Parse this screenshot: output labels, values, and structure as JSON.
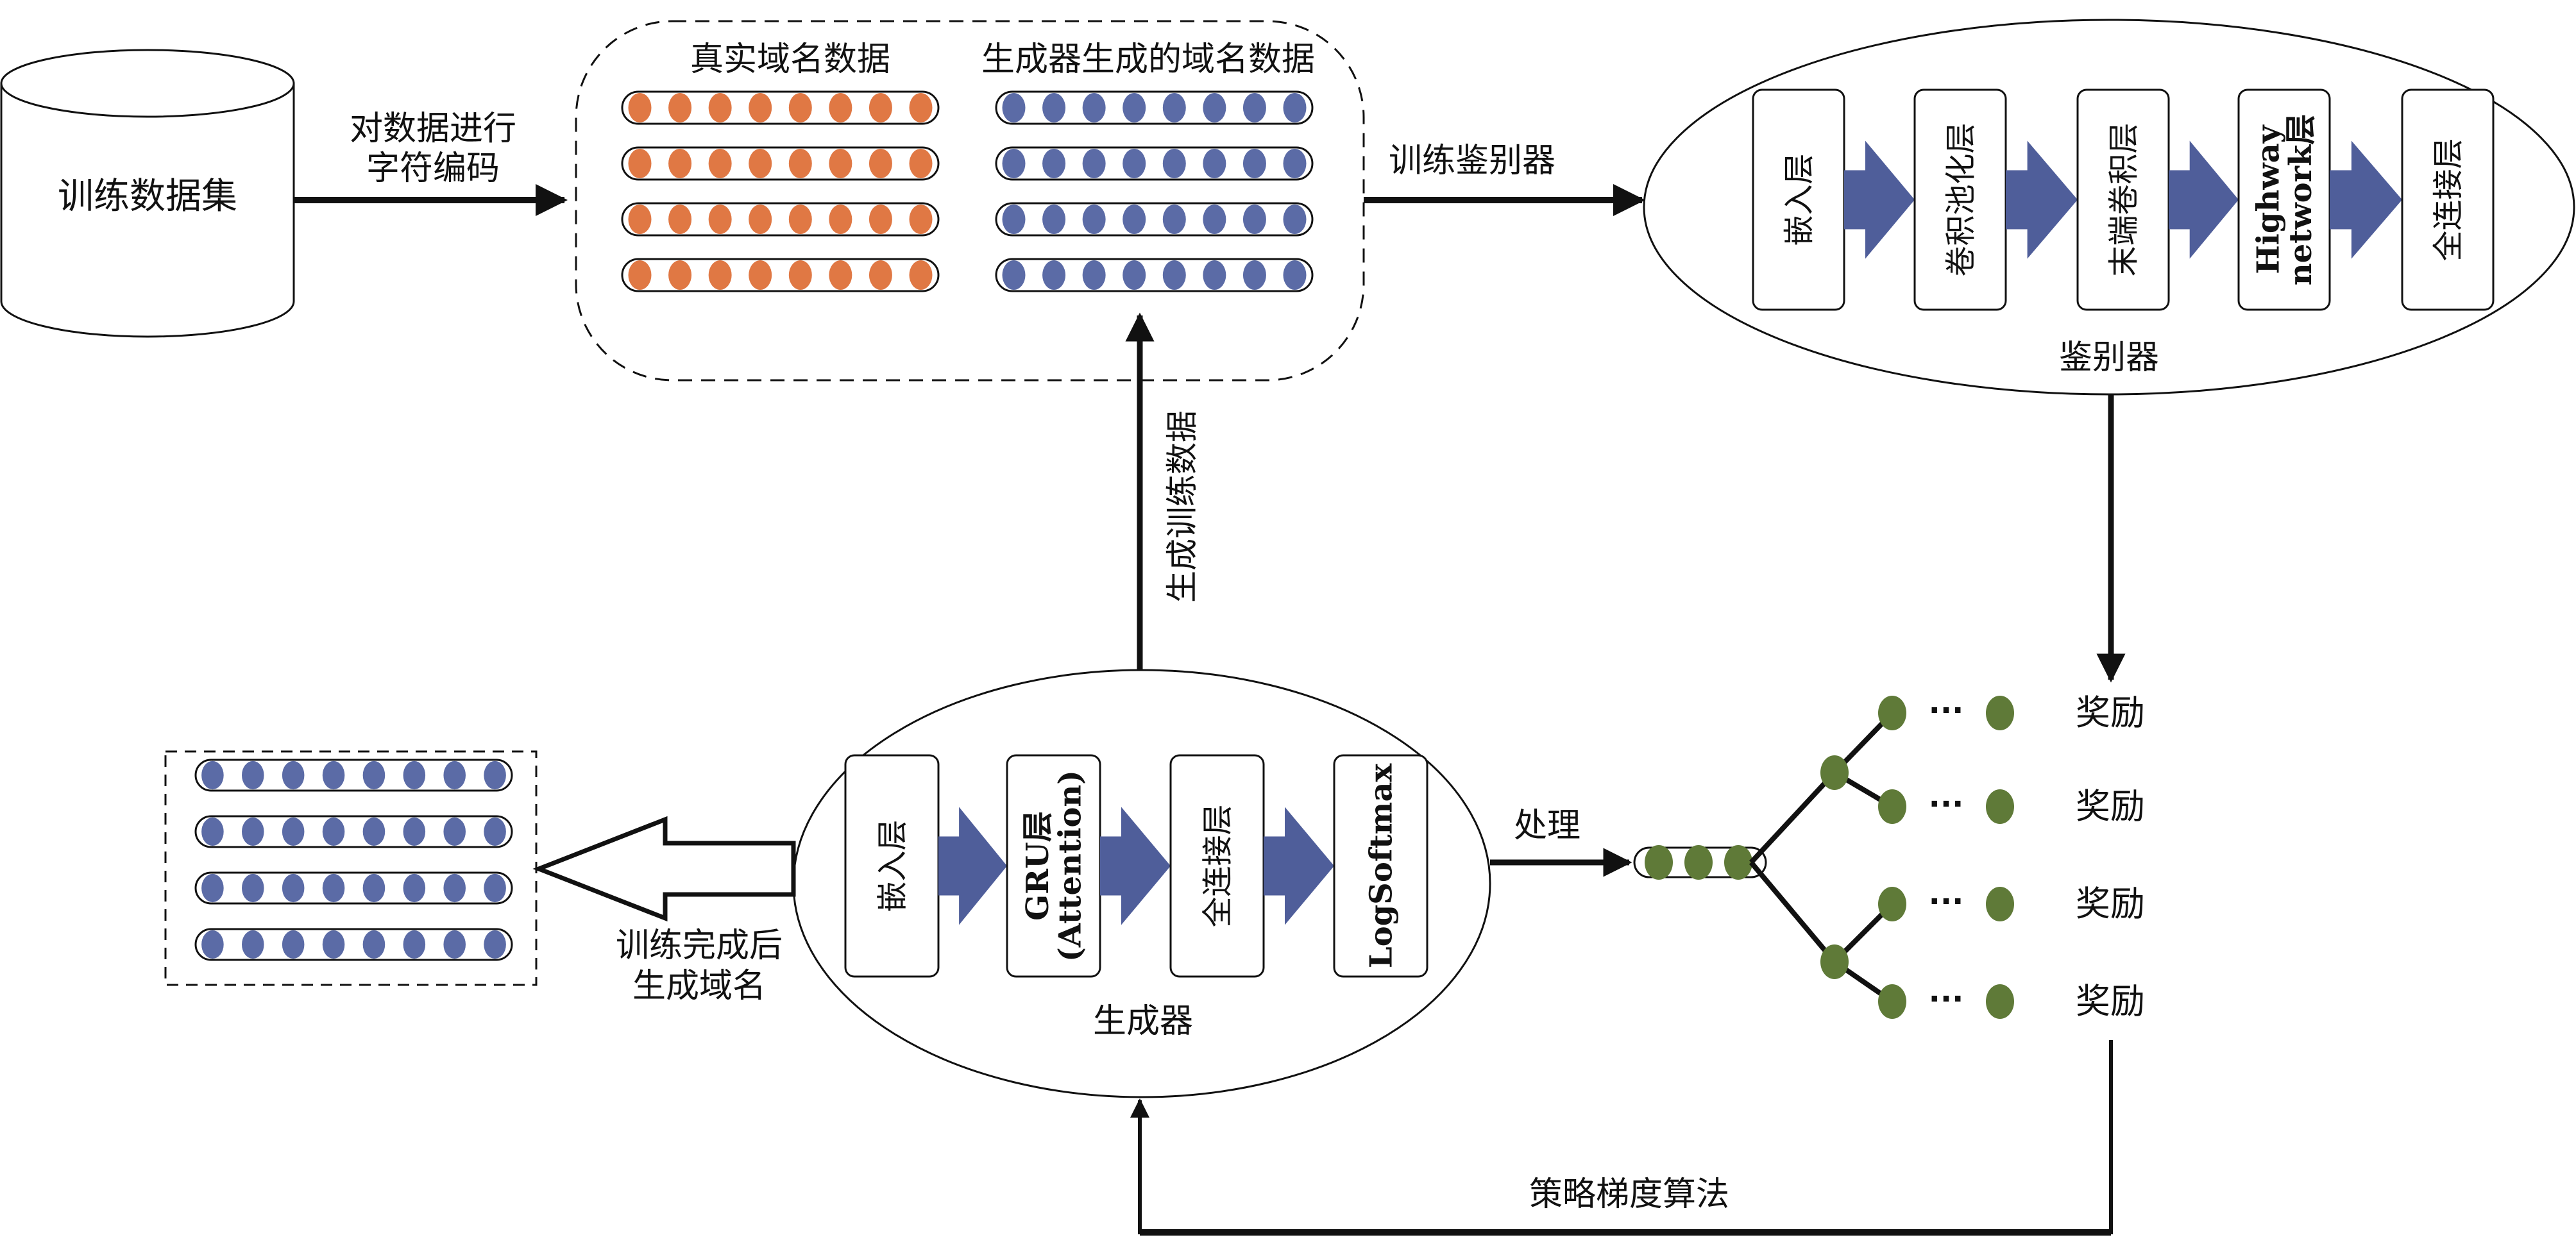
{
  "dataset": {
    "label": "训练数据集"
  },
  "edges": {
    "encode": {
      "line1": "对数据进行",
      "line2": "字符编码"
    },
    "train_discriminator": "训练鉴别器",
    "generate_training_data": "生成训练数据",
    "process": "处理",
    "after_training": {
      "line1": "训练完成后",
      "line2": "生成域名"
    },
    "policy_gradient": "策略梯度算法"
  },
  "data_pool": {
    "real_title": "真实域名数据",
    "fake_title": "生成器生成的域名数据",
    "rows": 4,
    "chars_per_row": 8
  },
  "discriminator": {
    "title": "鉴别器",
    "layers": [
      "嵌入层",
      "卷积池化层",
      "末端卷积层",
      "Highway network层",
      "全连接层"
    ]
  },
  "generator": {
    "title": "生成器",
    "layers": [
      "嵌入层",
      "GRU层 (Attention)",
      "全连接层",
      "LogSoftmax"
    ]
  },
  "output": {
    "rows": 4,
    "chars_per_row": 8
  },
  "rollout": {
    "seed_tokens": 3,
    "ellipsis": "···",
    "rewards": [
      "奖励",
      "奖励",
      "奖励",
      "奖励"
    ]
  },
  "colors": {
    "real": "#E07844",
    "fake": "#5B6BA6",
    "layer_arrow": "#4F5E9A",
    "tree_node": "#5F7A38",
    "stroke": "#111111"
  }
}
